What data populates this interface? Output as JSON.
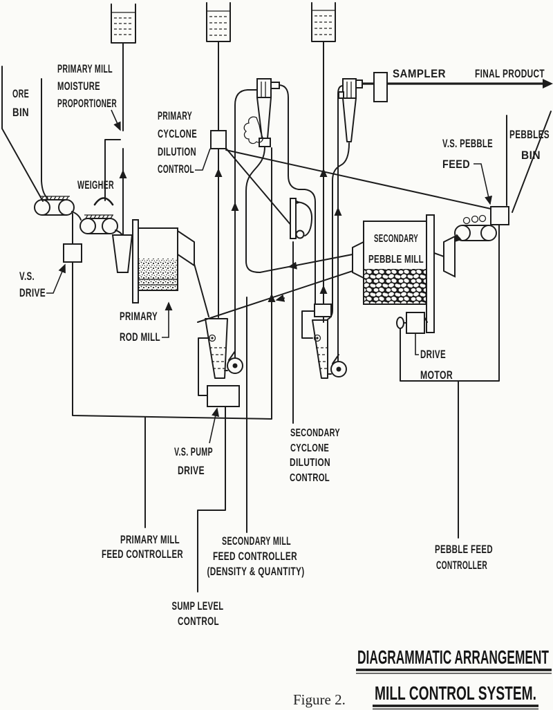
{
  "page": {
    "background": "#fbfbf8",
    "ink": "#1c1c1c"
  },
  "figure": {
    "caption": "Figure 2.",
    "title_line1": "DIAGRAMMATIC ARRANGEMENT",
    "title_line2": "MILL CONTROL SYSTEM."
  },
  "labels": {
    "ore_bin": [
      "ORE",
      "BIN"
    ],
    "moisture_proportioner": [
      "PRIMARY MILL",
      "MOISTURE",
      "PROPORTIONER"
    ],
    "weigher": "WEIGHER",
    "primary_cyclone_dilution": [
      "PRIMARY",
      "CYCLONE",
      "DILUTION",
      "CONTROL"
    ],
    "sampler": "SAMPLER",
    "final_product": "FINAL PRODUCT",
    "vs_pebble_feed": [
      "V.S. PEBBLE",
      "FEED"
    ],
    "pebbles_bin": [
      "PEBBLES",
      "BIN"
    ],
    "vs_drive": [
      "V.S.",
      "DRIVE"
    ],
    "primary_rod_mill": [
      "PRIMARY",
      "ROD MILL"
    ],
    "secondary_pebble_mill": [
      "SECONDARY",
      "PEBBLE MILL"
    ],
    "drive_motor": [
      "DRIVE",
      "MOTOR"
    ],
    "vs_pump_drive": [
      "V.S. PUMP",
      "DRIVE"
    ],
    "secondary_cyclone_dilution": [
      "SECONDARY",
      "CYCLONE",
      "DILUTION",
      "CONTROL"
    ],
    "primary_mill_feed_controller": [
      "PRIMARY MILL",
      "FEED CONTROLLER"
    ],
    "secondary_mill_feed_controller": [
      "SECONDARY MILL",
      "FEED CONTROLLER",
      "(DENSITY & QUANTITY)"
    ],
    "sump_level_control": [
      "SUMP LEVEL",
      "CONTROL"
    ],
    "pebble_feed_controller": [
      "PEBBLE FEED",
      "CONTROLLER"
    ]
  }
}
